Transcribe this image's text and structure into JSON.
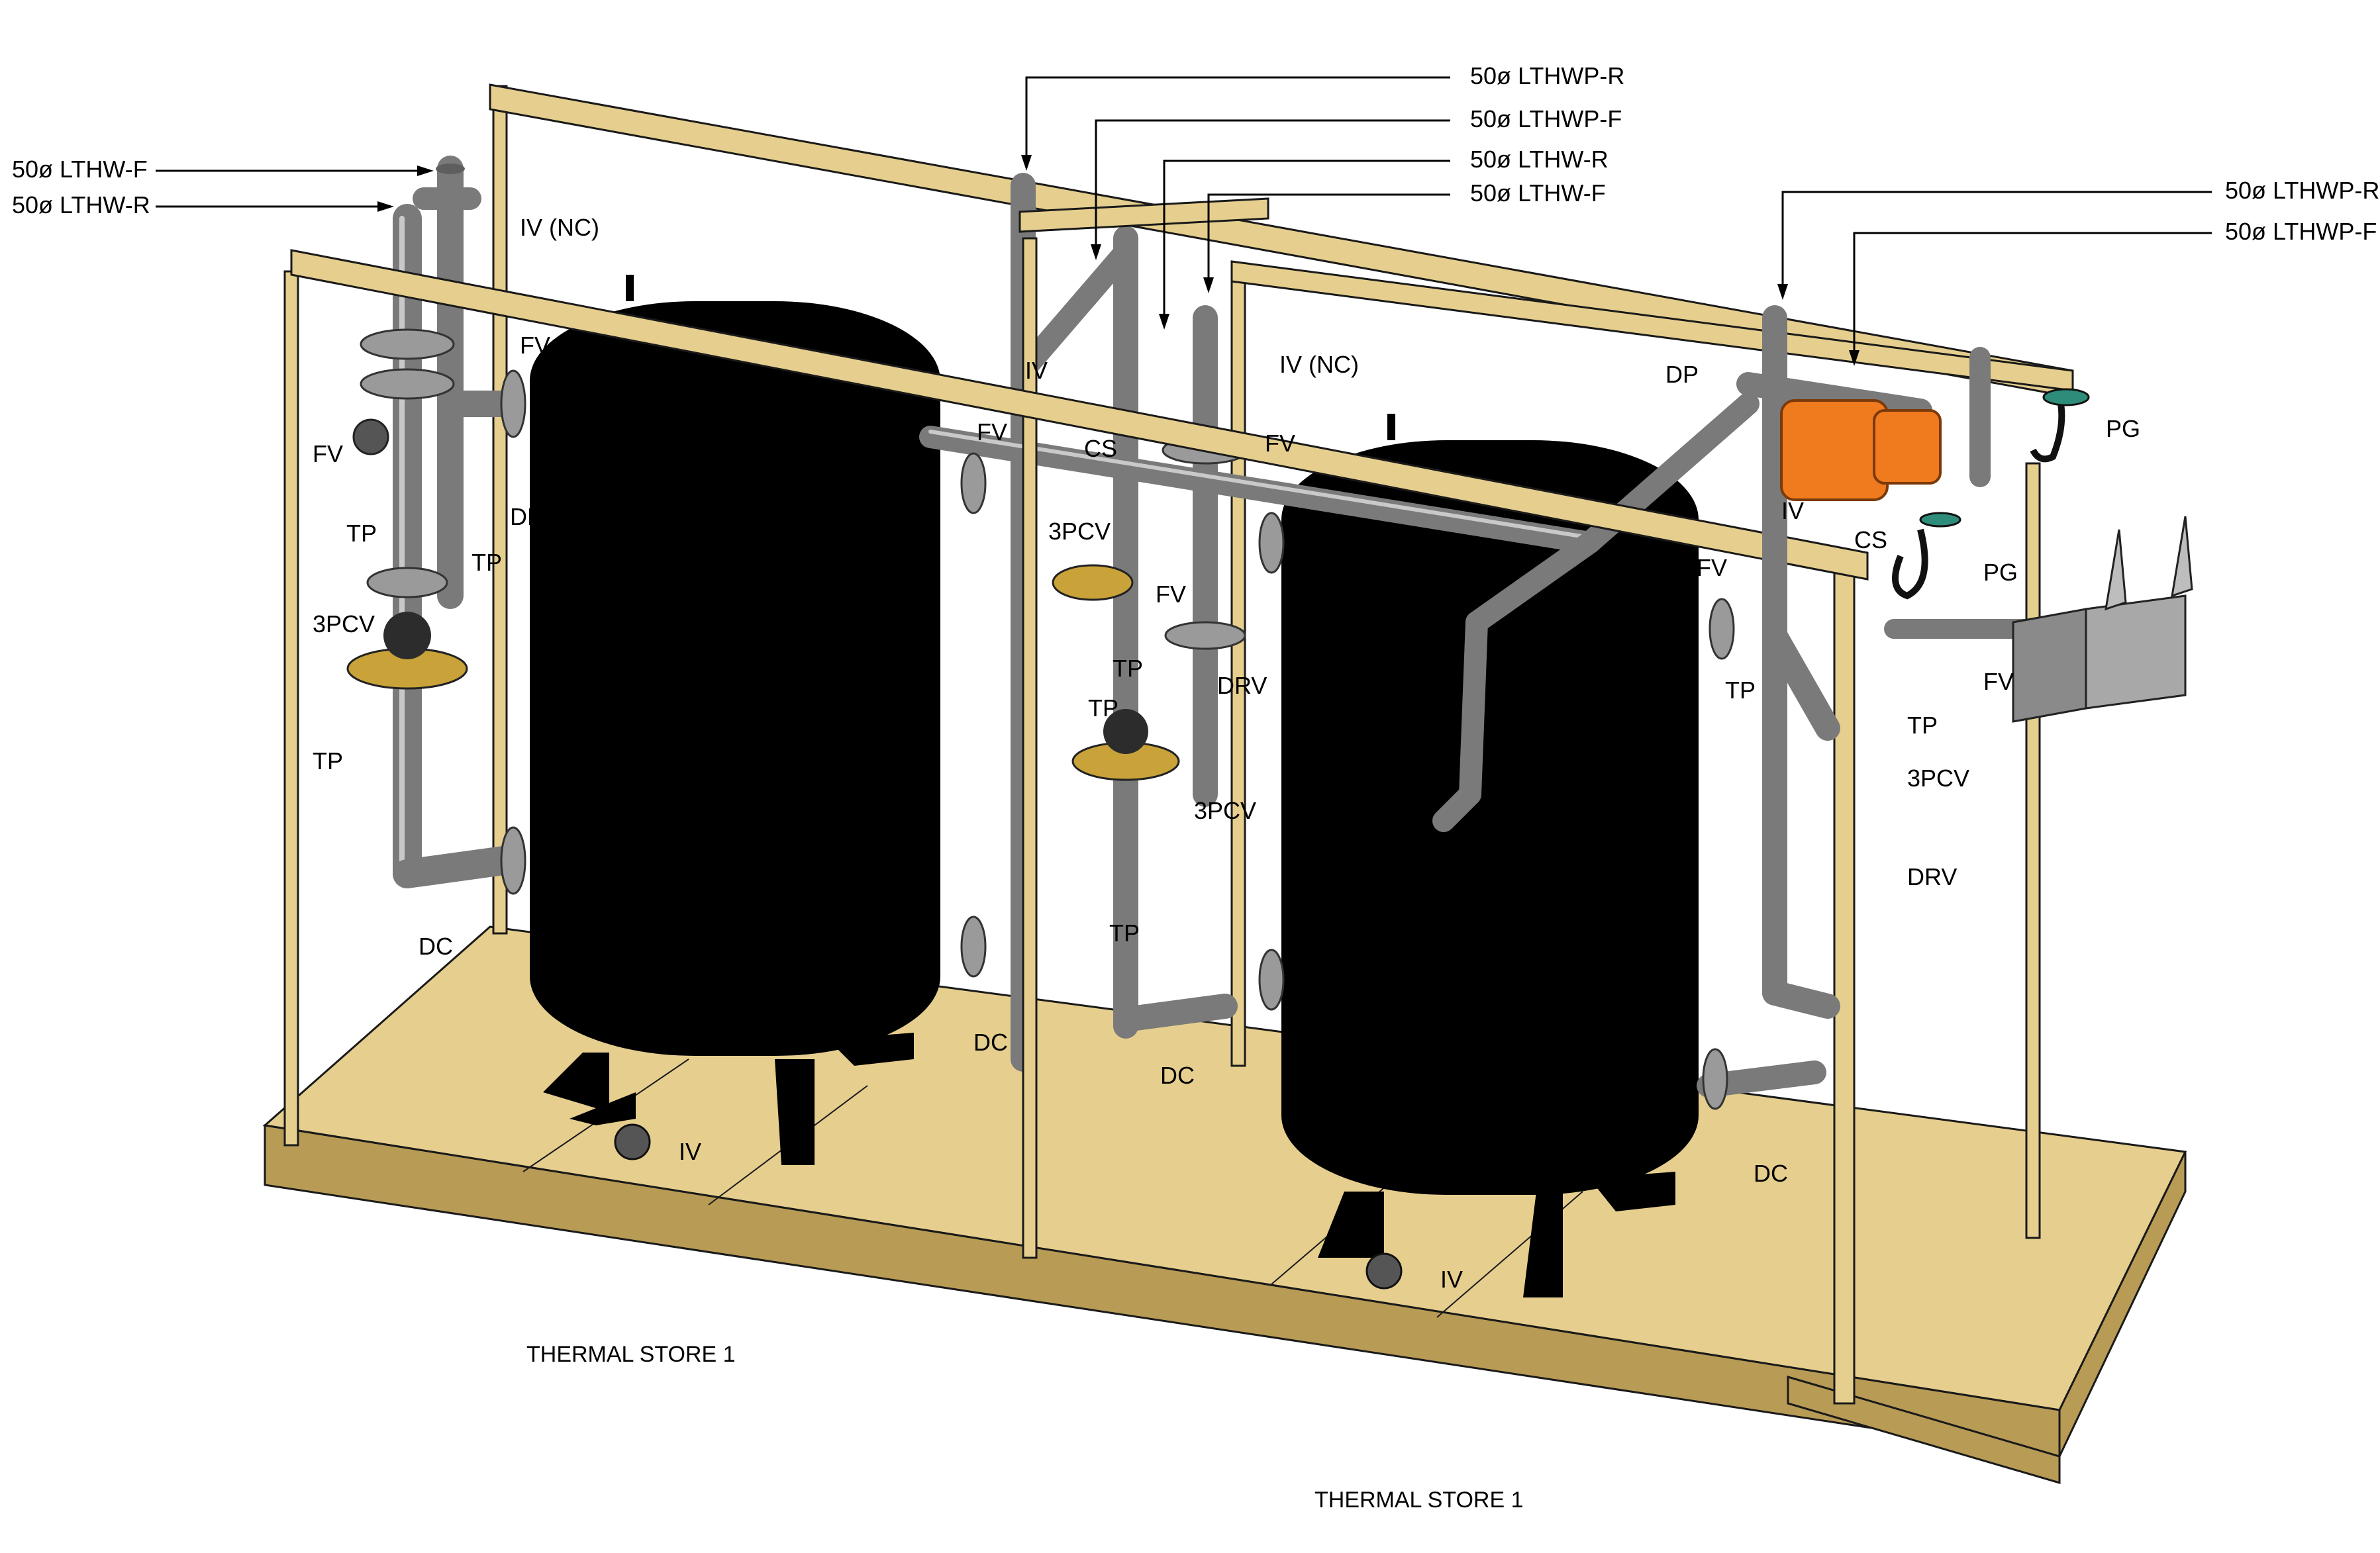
{
  "callouts": {
    "left_lthw_f": "50ø LTHW-F",
    "left_lthw_r": "50ø LTHW-R",
    "mid_lthwp_r": "50ø LTHWP-R",
    "mid_lthwp_f": "50ø LTHWP-F",
    "mid_lthw_r": "50ø LTHW-R",
    "mid_lthw_f": "50ø LTHW-F",
    "right_lthwp_r": "50ø LTHWP-R",
    "right_lthwp_f": "50ø LTHWP-F"
  },
  "labels": {
    "iv_nc_1": "IV (NC)",
    "fv_1": "FV",
    "fv_2": "FV",
    "tp_1": "TP",
    "drv_1": "DRV",
    "tp_2": "TP",
    "pcv_1": "3PCV",
    "tp_3": "TP",
    "dc_1": "DC",
    "iv_1": "IV",
    "fv_3": "FV",
    "cs_1": "CS",
    "iv_nc_2": "IV (NC)",
    "fv_4": "FV",
    "pcv_2": "3PCV",
    "fv_5": "FV",
    "tp_4": "TP",
    "tp_5": "TP",
    "drv_2": "DRV",
    "pcv_3": "3PCV",
    "tp_6": "TP",
    "dc_2": "DC",
    "dc_3": "DC",
    "iv_2": "IV",
    "dp_1": "DP",
    "iv_3": "IV",
    "cs_2": "CS",
    "pg_1": "PG",
    "pg_2": "PG",
    "fv_6": "FV",
    "tp_7": "TP",
    "fv_7": "FV",
    "pcv_4": "3PCV",
    "drv_3": "DRV",
    "dc_4": "DC",
    "iv_4": "IV"
  },
  "captions": {
    "left": "THERMAL STORE 1",
    "right": "THERMAL STORE 1"
  },
  "colors": {
    "timber": "#e6cf8e",
    "timber_dark": "#b89b55",
    "tank": "#000000",
    "pipe": "#7a7a7a",
    "pump": "#f07a1e",
    "valve_body": "#c9a23a"
  }
}
